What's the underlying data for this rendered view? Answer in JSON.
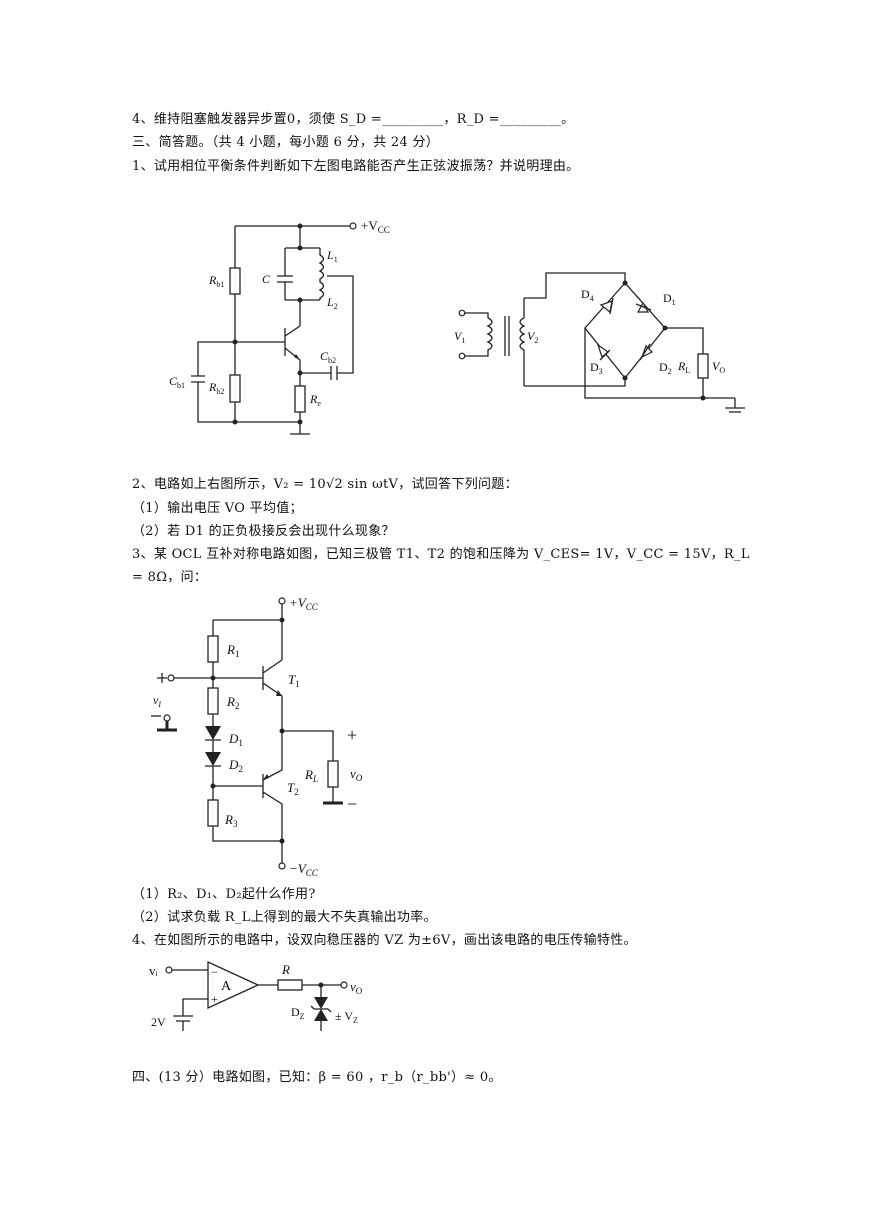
{
  "lines": {
    "q4_fill": "4、维持阻塞触发器异步置0，须使 S_D =_________，R_D =_________。",
    "sec3_title": "三、简答题。（共 4 小题，每小题 6 分，共 24 分）",
    "q1": "1、试用相位平衡条件判断如下左图电路能否产生正弦波振荡？并说明理由。",
    "q2": "2、电路如上右图所示，V₂ = 10√2 sin ωtV，试回答下列问题：",
    "q2_a": "（1）输出电压 VO 平均值；",
    "q2_b": "（2）若 D1 的正负极接反会出现什么现象？",
    "q3": "3、某 OCL 互补对称电路如图，已知三极管 T1、T2 的饱和压降为 V_CES= 1V，V_CC = 15V，R_L",
    "q3_cont": "= 8Ω，问：",
    "q3_a": "（1）R₂、D₁、D₂起什么作用?",
    "q3_b": "（2）试求负载 R_L上得到的最大不失真输出功率。",
    "q4": "4、在如图所示的电路中，设双向稳压器的 VZ 为±6V，画出该电路的电压传输特性。",
    "sec4": "四、(13 分）电路如图，已知：β = 60 ，r_b（r_bb'）≈ 0。"
  },
  "fig1": {
    "vcc": "+V",
    "vcc_sub": "CC",
    "rb1": "R",
    "rb1_sub": "b1",
    "rb2": "R",
    "rb2_sub": "b2",
    "c": "C",
    "l1": "L",
    "l1_sub": "1",
    "l2": "L",
    "l2_sub": "2",
    "cb1": "C",
    "cb1_sub": "b1",
    "cb2": "C",
    "cb2_sub": "b2",
    "re": "R",
    "re_sub": "e"
  },
  "fig2": {
    "v1": "V",
    "v1_sub": "1",
    "v2": "V",
    "v2_sub": "2",
    "d1": "D",
    "d1_sub": "1",
    "d2": "D",
    "d2_sub": "2",
    "d3": "D",
    "d3_sub": "3",
    "d4": "D",
    "d4_sub": "4",
    "rl": "R",
    "rl_sub": "L",
    "vo": "V",
    "vo_sub": "O"
  },
  "fig3": {
    "vcc_pos": "+V",
    "vcc_pos_sub": "CC",
    "vcc_neg": "−V",
    "vcc_neg_sub": "CC",
    "r1": "R",
    "r1_sub": "1",
    "r2": "R",
    "r2_sub": "2",
    "r3": "R",
    "r3_sub": "3",
    "d1": "D",
    "d1_sub": "1",
    "d2": "D",
    "d2_sub": "2",
    "t1": "T",
    "t1_sub": "1",
    "t2": "T",
    "t2_sub": "2",
    "rl": "R",
    "rl_sub": "L",
    "vo": "v",
    "vo_sub": "O",
    "vi": "v",
    "vi_sub": "I",
    "plus": "+",
    "minus": "−"
  },
  "fig4": {
    "vi": "vᵢ",
    "amp": "A",
    "r": "R",
    "vo": "v",
    "vo_sub": "O",
    "dz": "D",
    "dz_sub": "Z",
    "vz": "± V",
    "vz_sub": "Z",
    "ref": "2V",
    "minus": "−",
    "plus": "+"
  }
}
